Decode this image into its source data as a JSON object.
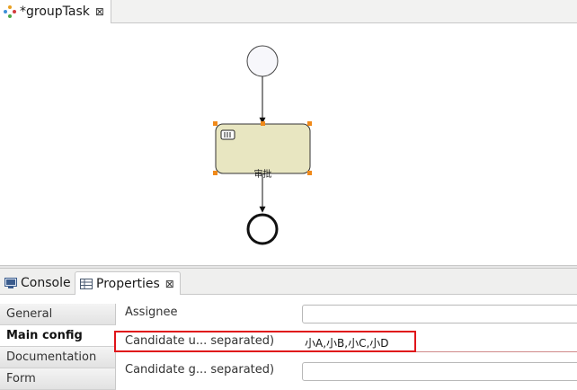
{
  "editor": {
    "tab_title": "*groupTask",
    "close_symbol": "⊠"
  },
  "diagram": {
    "task_label": "审批"
  },
  "panel": {
    "tabs": [
      {
        "label": "Console"
      },
      {
        "label": "Properties",
        "close_symbol": "⊠"
      }
    ]
  },
  "properties": {
    "side_tabs": [
      "General",
      "Main config",
      "Documentation",
      "Form"
    ],
    "active_side_tab": "Main config",
    "fields": [
      {
        "label": "Assignee",
        "value": ""
      },
      {
        "label": "Candidate u... separated)",
        "value": "小A,小B,小C,小D"
      },
      {
        "label": "Candidate g... separated)",
        "value": ""
      }
    ]
  },
  "colors": {
    "task_fill": "#e8e6c1",
    "highlight": "#e0141a",
    "selection_handle": "#f08a1a"
  }
}
